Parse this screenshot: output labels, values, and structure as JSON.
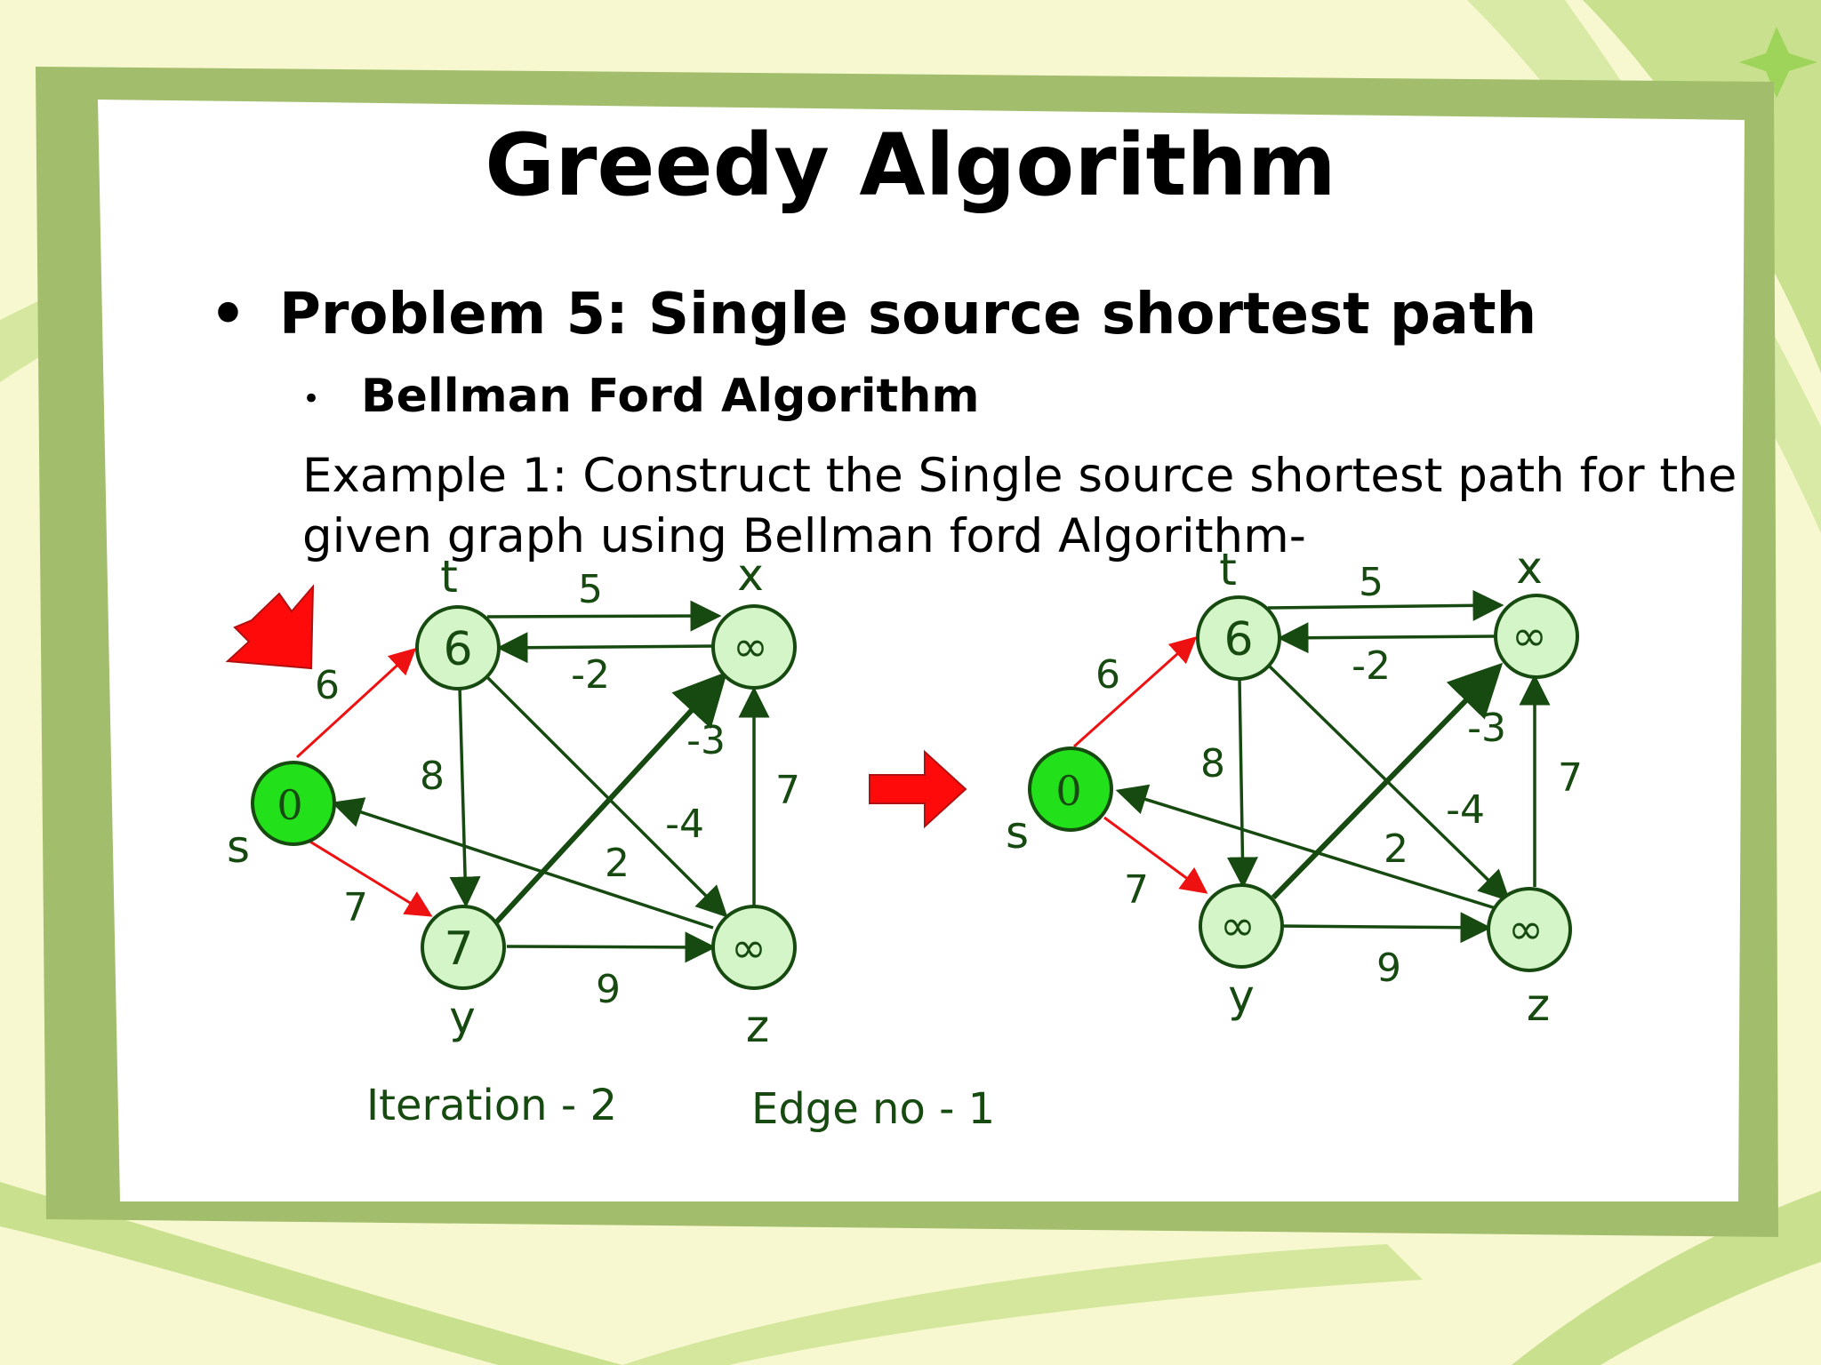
{
  "slide": {
    "title": "Greedy Algorithm",
    "bullet1": "Problem 5: Single source shortest path",
    "bullet2": "Bellman Ford Algorithm",
    "example_line1": "Example 1: Construct the Single source shortest path for the",
    "example_line2": "given graph using Bellman ford Algorithm-"
  },
  "graphs": {
    "left": {
      "nodes": {
        "s": {
          "name": "s",
          "value": "0"
        },
        "t": {
          "name": "t",
          "value": "6"
        },
        "x": {
          "name": "x",
          "value": "∞"
        },
        "y": {
          "name": "y",
          "value": "7"
        },
        "z": {
          "name": "z",
          "value": "∞"
        }
      },
      "edges": {
        "s_t": "6",
        "s_y": "7",
        "t_x": "5",
        "x_t": "-2",
        "t_y": "8",
        "t_z": "-4",
        "y_x": "-3",
        "y_z": "9",
        "z_x": "7",
        "z_s": "2"
      }
    },
    "right": {
      "nodes": {
        "s": {
          "name": "s",
          "value": "0"
        },
        "t": {
          "name": "t",
          "value": "6"
        },
        "x": {
          "name": "x",
          "value": "∞"
        },
        "y": {
          "name": "y",
          "value": "∞"
        },
        "z": {
          "name": "z",
          "value": "∞"
        }
      },
      "edges": {
        "s_t": "6",
        "s_y": "7",
        "t_x": "5",
        "x_t": "-2",
        "t_y": "8",
        "t_z": "-4",
        "y_x": "-3",
        "y_z": "9",
        "z_x": "7",
        "z_s": "2"
      }
    }
  },
  "footer": {
    "iteration": "Iteration - 2",
    "edge_no": "Edge no - 1"
  },
  "colors": {
    "node_fill": "#d4f5c8",
    "source_fill": "#22e01a",
    "edge_dark": "#174a10",
    "edge_red": "#ee1111",
    "frame_green": "#a2be6c",
    "arrow_red": "#ff0a0a"
  }
}
